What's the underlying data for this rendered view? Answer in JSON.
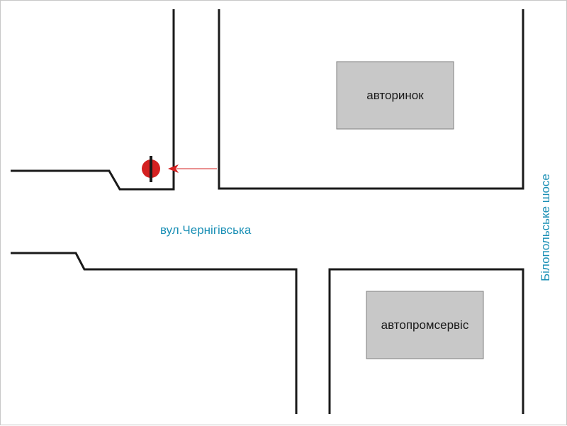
{
  "map": {
    "street_horizontal": "вул.Чернігівська",
    "street_vertical": "Білопольське шосе",
    "buildings": [
      {
        "label": "авторинок"
      },
      {
        "label": "автопромсервіс"
      }
    ],
    "marker": {
      "icon": "no-entry-sign-icon"
    }
  },
  "colors": {
    "street_label": "#1a8fb5",
    "road": "#1a1a1a",
    "building_fill": "#c8c8c8",
    "building_border": "#808080",
    "marker_fill": "#d42020",
    "arrow": "#d42020"
  }
}
